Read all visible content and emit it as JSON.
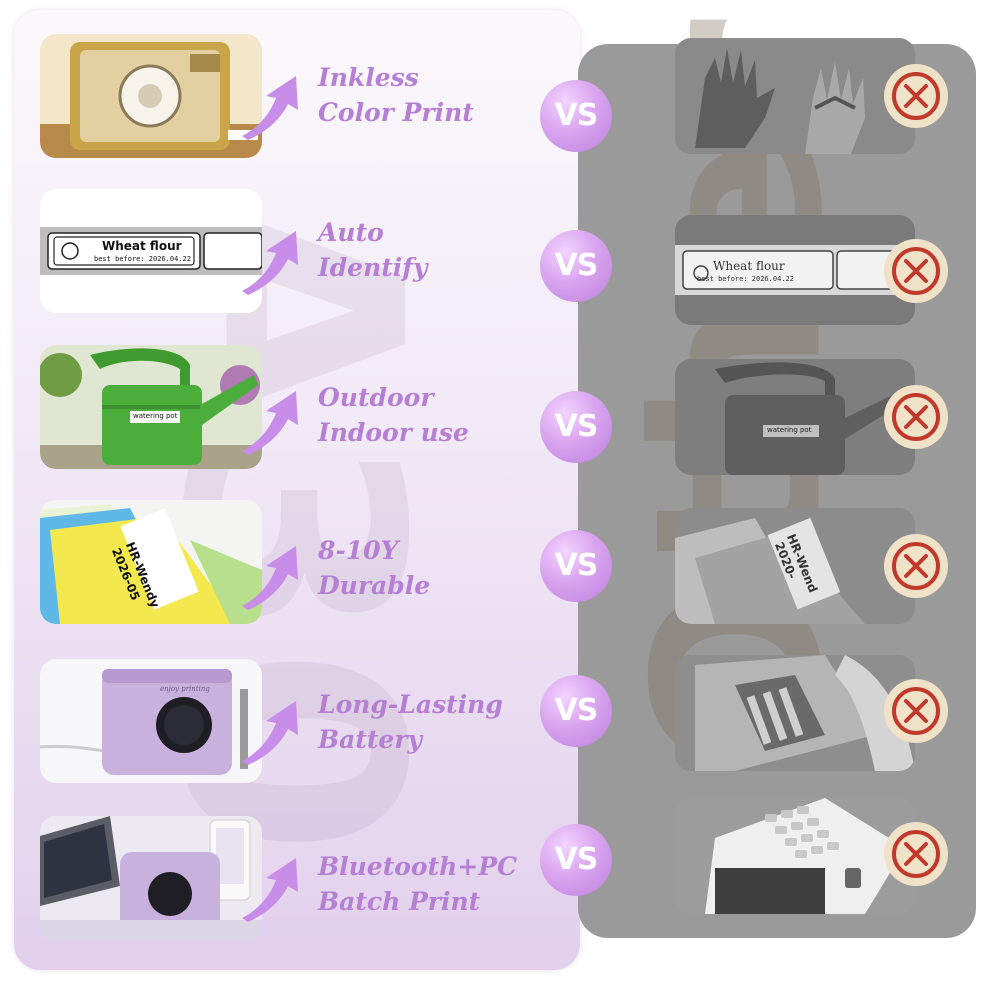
{
  "watermarks": {
    "left": "A30",
    "right": "Other"
  },
  "vs_label": "VS",
  "rows": [
    {
      "feature_line1": "Inkless",
      "feature_line2": "Color Print",
      "left_image": "label-printer-gold-icon",
      "right_image": "ink-stained-hands-icon"
    },
    {
      "feature_line1": "Auto",
      "feature_line2": "Identify",
      "left_image": "label-strip-icon",
      "right_image": "label-strip-misaligned-icon",
      "label_title": "Wheat flour",
      "label_subtitle": "best before: 2026.04.22"
    },
    {
      "feature_line1": "Outdoor",
      "feature_line2": "Indoor use",
      "left_image": "watering-pot-icon",
      "right_image": "watering-pot-gray-icon",
      "label_title": "watering pot"
    },
    {
      "feature_line1": "8-10Y",
      "feature_line2": "Durable",
      "left_image": "folders-label-icon",
      "right_image": "folders-label-faded-icon",
      "label_title": "HR-Wendy",
      "label_subtitle": "2026-05",
      "label_title_faded": "HR-Wend",
      "label_subtitle_faded": "2020-"
    },
    {
      "feature_line1": "Long-Lasting",
      "feature_line2": "Battery",
      "left_image": "purple-printer-icon",
      "right_image": "battery-compartment-icon",
      "brand_text": "enjoy printing"
    },
    {
      "feature_line1": "Bluetooth+PC",
      "feature_line2": "Batch Print",
      "left_image": "laptop-phone-printer-icon",
      "right_image": "keypad-printer-icon"
    }
  ],
  "colors": {
    "feature_text": "#b57fd4",
    "vs_bubble": "#d9a4ef",
    "x_mark": "#c0392b",
    "right_panel": "#9a9a9a"
  }
}
